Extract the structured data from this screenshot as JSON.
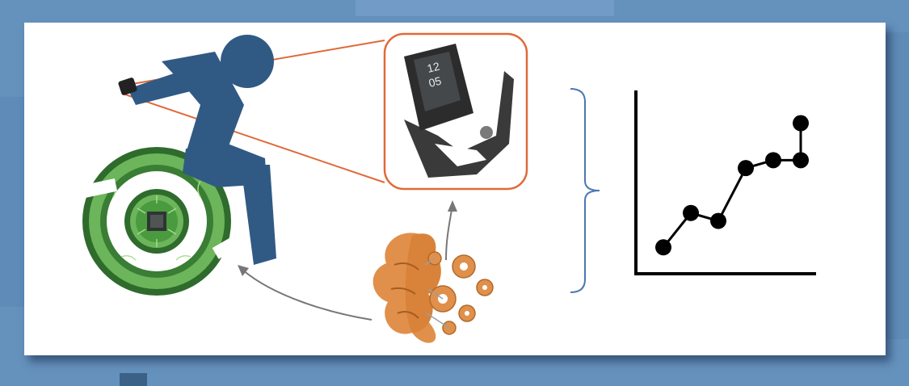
{
  "colors": {
    "background": "#6591bd",
    "panel": "#ffffff",
    "person": "#305a84",
    "wheel_dark": "#2e6b2c",
    "wheel_light": "#6cb55a",
    "watch_frame": "#e06a3a",
    "brain": "#e0904a",
    "bracket": "#4a78b0",
    "chart_ink": "#000000"
  },
  "icons": [
    "wheelchair-user-icon",
    "smartwatch-icon",
    "brain-gears-icon",
    "line-chart-icon"
  ],
  "watch_display": {
    "hour": "12",
    "minute": "05"
  },
  "chart_data": {
    "type": "line",
    "x": [
      1,
      2,
      3,
      4,
      5,
      6,
      6
    ],
    "values": [
      1.0,
      2.3,
      2.0,
      4.0,
      4.3,
      4.3,
      5.7
    ],
    "title": "",
    "xlabel": "",
    "ylabel": "",
    "xlim": [
      0,
      7
    ],
    "ylim": [
      0,
      7
    ],
    "grid": false
  }
}
